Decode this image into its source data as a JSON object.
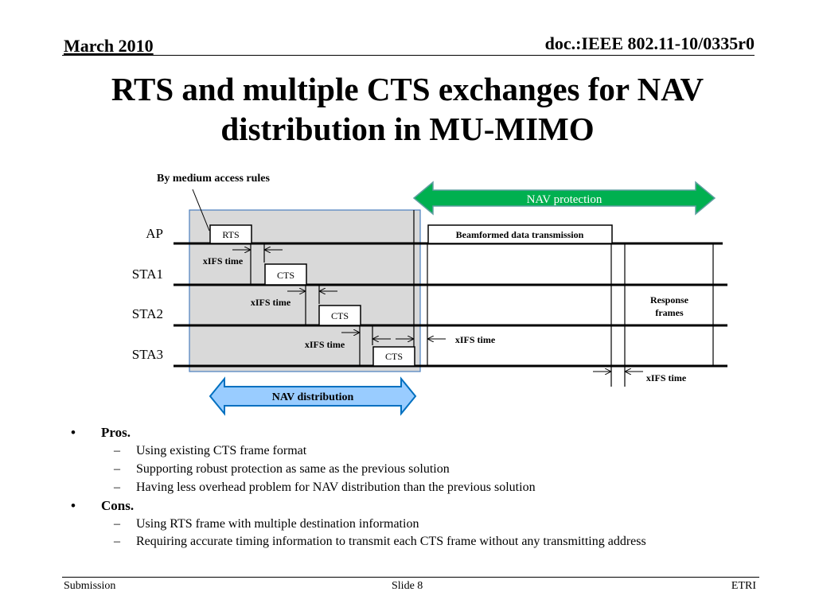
{
  "header": {
    "date": "March 2010",
    "doc_id": "doc.:IEEE 802.11-10/0335r0"
  },
  "title": {
    "line1": "RTS and multiple CTS exchanges for NAV",
    "line2": "distribution in MU-MIMO"
  },
  "diagram": {
    "annotation": "By medium access rules",
    "nav_protection": "NAV protection",
    "nav_distribution": "NAV distribution",
    "stations": [
      "AP",
      "STA1",
      "STA2",
      "STA3"
    ],
    "frames": {
      "rts": "RTS",
      "cts1": "CTS",
      "cts2": "CTS",
      "cts3": "CTS",
      "data": "Beamformed data transmission",
      "response_line1": "Response",
      "response_line2": "frames"
    },
    "xifs": [
      "xIFS time",
      "xIFS time",
      "xIFS time",
      "xIFS time",
      "xIFS time"
    ],
    "colors": {
      "nav_protection_fill": "#00b050",
      "nav_distribution_fill": "#99ccff",
      "nav_distribution_stroke": "#0070c0",
      "region_fill": "#d9d9d9",
      "region_stroke": "#4a7ebf"
    }
  },
  "bullets": [
    {
      "label": "Pros.",
      "items": [
        "Using existing CTS frame format",
        "Supporting robust protection as same as the previous solution",
        "Having less overhead problem for NAV distribution than the previous solution"
      ]
    },
    {
      "label": "Cons.",
      "items": [
        "Using RTS frame with multiple destination information",
        "Requiring accurate timing information to transmit each CTS frame without any transmitting address"
      ]
    }
  ],
  "footer": {
    "left": "Submission",
    "center": "Slide 8",
    "right": "ETRI"
  }
}
